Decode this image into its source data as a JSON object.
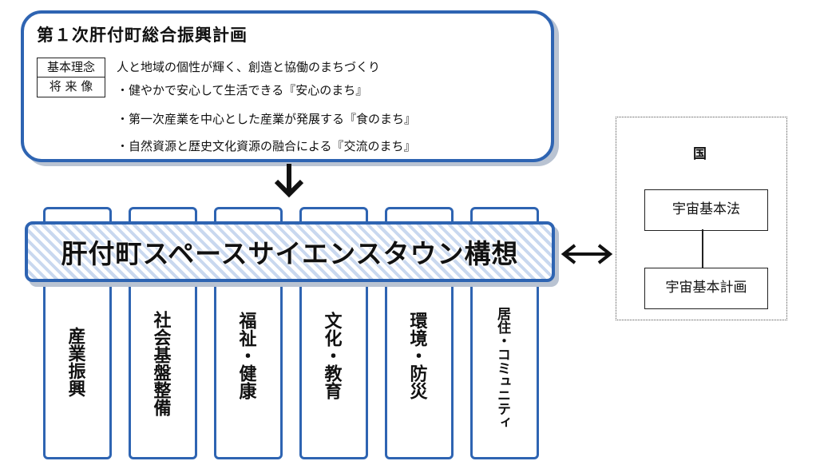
{
  "plan": {
    "title": "第１次肝付町総合振興計画",
    "rows": [
      {
        "tag": "基本理念",
        "text": "人と地域の個性が輝く、創造と協働のまちづくり"
      },
      {
        "tag": "将 来 像",
        "text": "・健やかで安心して生活できる『安心のまち』"
      },
      {
        "tag": "",
        "text": "・第一次産業を中心とした産業が発展する『食のまち』"
      },
      {
        "tag": "",
        "text": "・自然資源と歴史文化資源の融合による『交流のまち』"
      }
    ]
  },
  "banner": {
    "title": "肝付町スペースサイエンスタウン構想"
  },
  "pillars": [
    {
      "label": "産業振興"
    },
    {
      "label": "社会基盤整備"
    },
    {
      "label": "福祉・健康"
    },
    {
      "label": "文化・教育"
    },
    {
      "label": "環境・防災"
    },
    {
      "label": "居住・コミュニティ"
    }
  ],
  "national": {
    "title": "国",
    "items": [
      "宇宙基本法",
      "宇宙基本計画"
    ]
  },
  "colors": {
    "accent": "#2e64b2",
    "stripe": "#c9d8ef",
    "shadow": "#b9c3d2"
  }
}
